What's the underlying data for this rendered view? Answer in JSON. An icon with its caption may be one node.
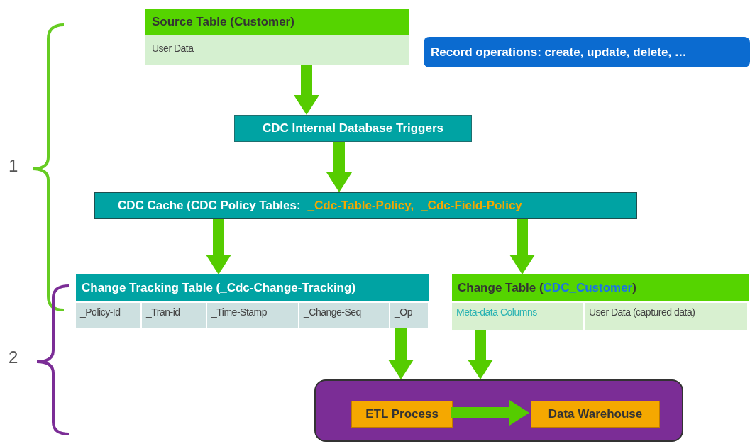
{
  "diagram": {
    "nodes": [
      {
        "text": [
          "Source Table (Customer)",
          "User Data"
        ]
      },
      {
        "text": [
          "Record operations: create, update, delete, …"
        ]
      },
      {
        "text": [
          "CDC Internal Database Triggers"
        ]
      },
      {
        "text": [
          "CDC Cache (CDC Policy  Tables:",
          "_Cdc-Table-Policy,",
          "_Cdc-Field-Policy"
        ]
      },
      {
        "text": [
          "Change Tracking Table (_Cdc-Change-Tracking)",
          "_Policy-Id",
          "_Tran-id",
          "_Time-Stamp",
          "_Change-Seq",
          "_Op"
        ]
      },
      {
        "text": [
          "Change Table (",
          "CDC_Customer",
          ")",
          "Meta-data Columns",
          "User Data (captured data)"
        ]
      },
      {
        "text": [],
        "shape": "box"
      },
      {
        "text": [
          "ETL Process"
        ],
        "in": 6
      },
      {
        "text": [
          "Data Warehouse"
        ],
        "in": 6
      }
    ],
    "edges": [
      {
        "from": 0,
        "to": 2,
        "arrow": "to"
      },
      {
        "from": 2,
        "to": 3,
        "arrow": "to"
      },
      {
        "from": 3,
        "to": 4,
        "arrow": "to"
      },
      {
        "from": 3,
        "to": 5,
        "arrow": "to"
      },
      {
        "from": 4,
        "to": 6,
        "arrow": "to"
      },
      {
        "from": 5,
        "to": 6,
        "arrow": "to"
      },
      {
        "from": 7,
        "to": 8,
        "arrow": "to"
      }
    ],
    "labels": [
      "1",
      "2"
    ]
  }
}
